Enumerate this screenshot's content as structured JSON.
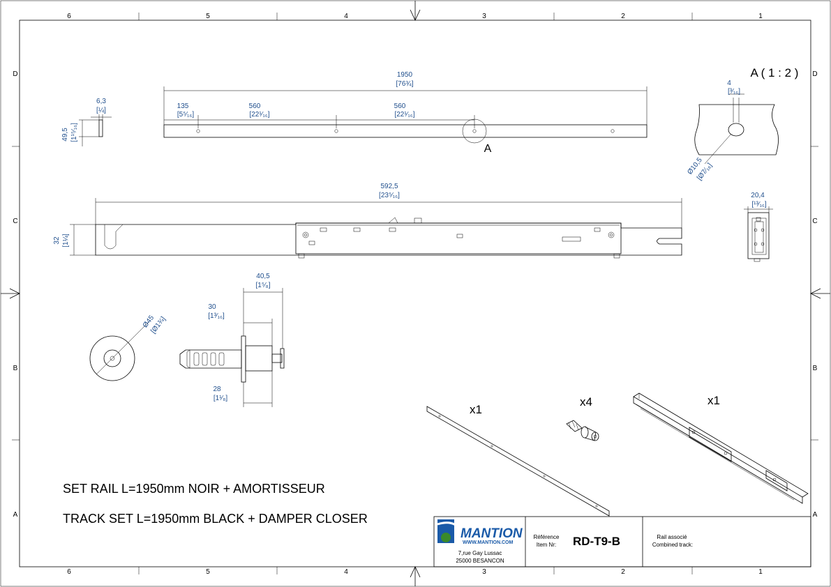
{
  "grid": {
    "columns": [
      "6",
      "5",
      "4",
      "3",
      "2",
      "1"
    ],
    "rows": [
      "D",
      "C",
      "B",
      "A"
    ]
  },
  "dimensions": {
    "rail_length": "1950",
    "rail_length_in": "[76¾]",
    "rail_hole1": "135",
    "rail_hole1_in": "[5⁵⁄₁₆]",
    "rail_spacing1": "560",
    "rail_spacing1_in": "[22¹⁄₁₆]",
    "rail_spacing2": "560",
    "rail_spacing2_in": "[22¹⁄₁₆]",
    "rail_thickness": "6,3",
    "rail_thickness_in": "[¼]",
    "rail_height": "49,5",
    "rail_height_in": "[1¹⁵⁄₁₆]",
    "detail_slot": "4",
    "detail_slot_in": "[³⁄₁₆]",
    "detail_hole": "Ø10,5",
    "detail_hole_in": "[Ø7⁄₁₆]",
    "track_length": "592,5",
    "track_length_in": "[23⁵⁄₁₆]",
    "track_height": "32",
    "track_height_in": "[1¼]",
    "track_width": "20,4",
    "track_width_in": "[¹³⁄₁₆]",
    "damper_total": "40,5",
    "damper_total_in": "[1⁵⁄₈]",
    "damper_30": "30",
    "damper_30_in": "[1³⁄₁₆]",
    "damper_28": "28",
    "damper_28_in": "[1¹⁄₈]",
    "damper_dia": "Ø45",
    "damper_dia_in": "[Ø1¾]"
  },
  "labels": {
    "detail_marker": "A",
    "detail_title": "A ( 1 : 2 )",
    "qty_rail": "x1",
    "qty_damper": "x4",
    "qty_track": "x1"
  },
  "description": {
    "fr": "SET RAIL L=1950mm NOIR + AMORTISSEUR",
    "en": "TRACK SET L=1950mm BLACK + DAMPER CLOSER"
  },
  "title_block": {
    "logo_text": "MANTION",
    "logo_url": "WWW.MANTION.COM",
    "address_line1": "7,rue Gay Lussac",
    "address_line2": "25000 BESANCON",
    "reference_label": "Référence",
    "item_label": "Item Nr:",
    "reference_value": "RD-T9-B",
    "assoc_label": "Rail associé",
    "combined_label": "Combined track:",
    "colors": {
      "logo_blue": "#1a5aa8",
      "logo_green": "#3a8a2a",
      "dim_blue": "#1f4e8c"
    }
  }
}
